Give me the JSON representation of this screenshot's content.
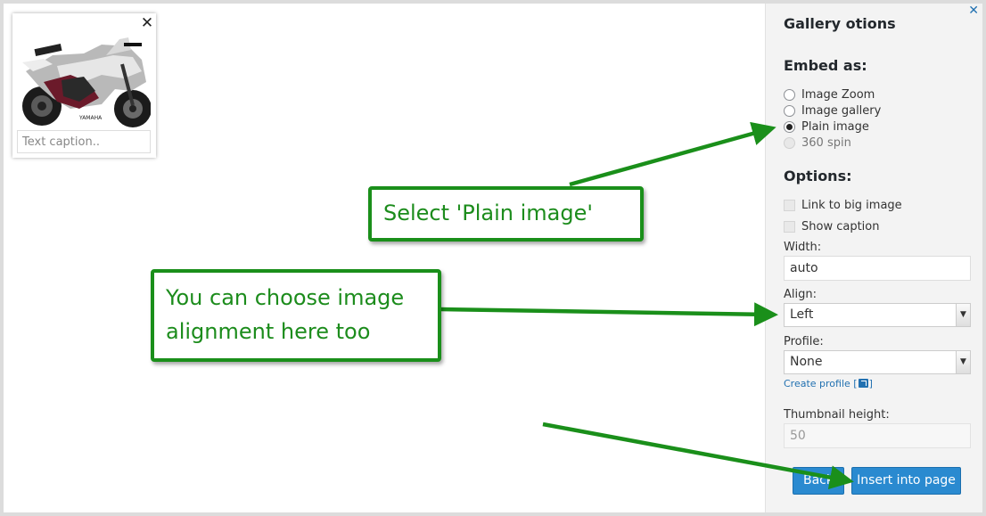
{
  "canvas": {
    "image_alt": "Motorcycle photo",
    "image_badge_text": "YAMAHA",
    "caption_placeholder": "Text caption..",
    "close_symbol": "✕"
  },
  "sidebar": {
    "close_symbol": "✕",
    "title": "Gallery otions",
    "embed_title": "Embed as:",
    "embed_options": [
      {
        "label": "Image Zoom",
        "checked": false,
        "disabled": false
      },
      {
        "label": "Image gallery",
        "checked": false,
        "disabled": false
      },
      {
        "label": "Plain image",
        "checked": true,
        "disabled": false
      },
      {
        "label": "360 spin",
        "checked": false,
        "disabled": true
      }
    ],
    "options_title": "Options:",
    "link_big_image": "Link to big image",
    "show_caption": "Show caption",
    "width_label": "Width:",
    "width_value": "auto",
    "align_label": "Align:",
    "align_value": "Left",
    "profile_label": "Profile:",
    "profile_value": "None",
    "create_profile": "Create profile [",
    "create_profile_end": "]",
    "thumb_height_label": "Thumbnail height:",
    "thumb_height_value": "50",
    "back_button": "Back",
    "insert_button": "Insert into page"
  },
  "annotations": {
    "callout_1": "Select 'Plain image'",
    "callout_2": "You can choose image alignment here too",
    "color": "#1a8f1a"
  }
}
